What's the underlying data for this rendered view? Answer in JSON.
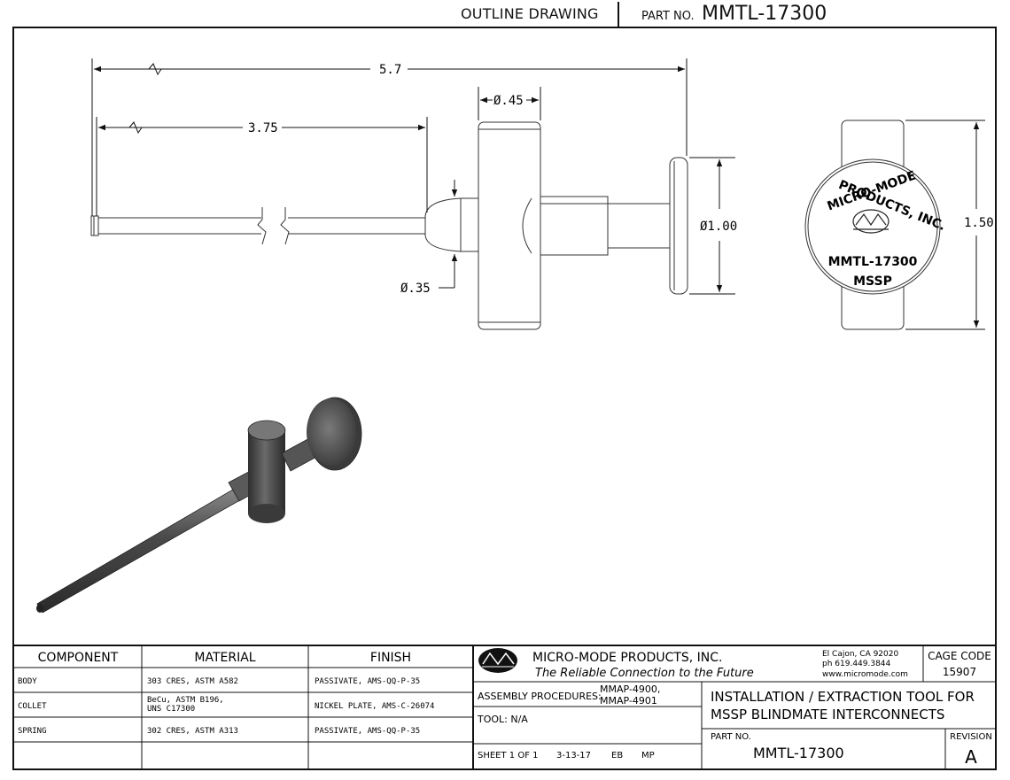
{
  "header": {
    "title": "OUTLINE DRAWING",
    "part_label": "PART NO.",
    "part_number": "MMTL-17300"
  },
  "dimensions": {
    "overall_length": "5.7",
    "shaft_length": "3.75",
    "handle_diameter": "Ø.45",
    "tip_diameter": "Ø.35",
    "knob_diameter": "Ø1.00",
    "handle_length": "1.50"
  },
  "end_view_label": {
    "company_top": "MICRO-MODE",
    "company_bottom": "PRODUCTS, INC.",
    "part": "MMTL-17300",
    "series": "MSSP"
  },
  "bom": {
    "headers": [
      "COMPONENT",
      "MATERIAL",
      "FINISH"
    ],
    "rows": [
      {
        "component": "BODY",
        "material": "303 CRES, ASTM A582",
        "material2": "",
        "finish": "PASSIVATE, AMS-QQ-P-35"
      },
      {
        "component": "COLLET",
        "material": "BeCu, ASTM B196,",
        "material2": "UNS C17300",
        "finish": "NICKEL PLATE, AMS-C-26074"
      },
      {
        "component": "SPRING",
        "material": "302 CRES, ASTM A313",
        "material2": "",
        "finish": "PASSIVATE, AMS-QQ-P-35"
      },
      {
        "component": "",
        "material": "",
        "material2": "",
        "finish": ""
      }
    ]
  },
  "title_block": {
    "company": "MICRO-MODE PRODUCTS, INC.",
    "tagline": "The Reliable Connection to the Future",
    "address_city": "El Cajon, CA 92020",
    "address_phone": "ph 619.449.3844",
    "address_web": "www.micromode.com",
    "cage_label": "CAGE CODE",
    "cage_value": "15907",
    "assembly_label": "ASSEMBLY PROCEDURES:",
    "assembly_value1": "MMAP-4900,",
    "assembly_value2": "MMAP-4901",
    "tool_label": "TOOL: N/A",
    "description_line1": "INSTALLATION / EXTRACTION TOOL FOR",
    "description_line2": "MSSP BLINDMATE INTERCONNECTS",
    "part_label": "PART NO.",
    "part_value": "MMTL-17300",
    "revision_label": "REVISION",
    "revision_value": "A",
    "sheet": "SHEET 1 OF 1",
    "date": "3-13-17",
    "drawn_by": "EB",
    "approved_by": "MP"
  }
}
